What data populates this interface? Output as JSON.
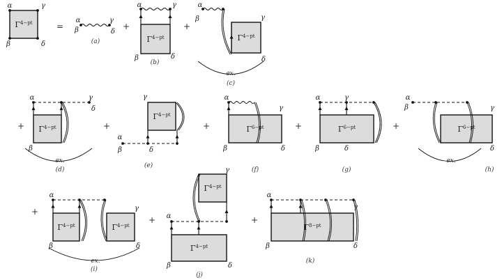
{
  "vertex_labels": {
    "alpha": "α",
    "beta": "β",
    "gamma": "γ",
    "delta": "δ"
  },
  "vertex_name": {
    "base": "Γ",
    "four": "4−pt",
    "six": "6−pt",
    "eight": "8−pt"
  },
  "operators": {
    "equals": "=",
    "plus": "+"
  },
  "exchange_label": "ex.",
  "captions": {
    "a": "(a)",
    "b": "(b)",
    "c": "(c)",
    "d": "(d)",
    "e": "(e)",
    "f": "(f)",
    "g": "(g)",
    "h": "(h)",
    "i": "(i)",
    "j": "(j)",
    "k": "(k)"
  }
}
